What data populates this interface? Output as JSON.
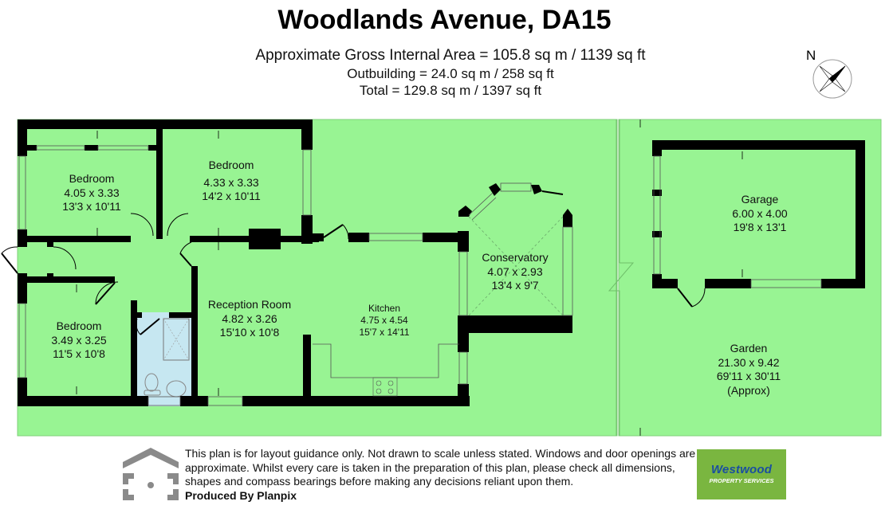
{
  "header": {
    "title": "Woodlands Avenue, DA15",
    "gross_internal_area": "Approximate Gross Internal Area = 105.8 sq m / 1139 sq ft",
    "outbuilding_area": "Outbuilding = 24.0 sq m / 258 sq ft",
    "total_area": "Total = 129.8 sq m / 1397 sq ft"
  },
  "compass": {
    "label": "N",
    "icon": "compass-rose-icon"
  },
  "colors": {
    "floor": "#98f493",
    "bathroom": "#c6e7f1",
    "wall": "#000000",
    "logo_green": "#7ab640",
    "logo_blue": "#1a4fa0"
  },
  "rooms": [
    {
      "id": "bedroom-1",
      "name": "Bedroom",
      "metric": "4.05 x 3.33",
      "imperial": "13'3 x 10'11"
    },
    {
      "id": "bedroom-2",
      "name": "Bedroom",
      "metric": "4.33 x 3.33",
      "imperial": "14'2 x 10'11"
    },
    {
      "id": "bedroom-3",
      "name": "Bedroom",
      "metric": "3.49 x 3.25",
      "imperial": "11'5 x 10'8"
    },
    {
      "id": "reception-room",
      "name": "Reception Room",
      "metric": "4.82 x 3.26",
      "imperial": "15'10 x 10'8"
    },
    {
      "id": "kitchen",
      "name": "Kitchen",
      "metric": "4.75 x 4.54",
      "imperial": "15'7 x 14'11"
    },
    {
      "id": "conservatory",
      "name": "Conservatory",
      "metric": "4.07 x 2.93",
      "imperial": "13'4 x 9'7"
    },
    {
      "id": "garage",
      "name": "Garage",
      "metric": "6.00 x 4.00",
      "imperial": "19'8 x 13'1"
    },
    {
      "id": "garden",
      "name": "Garden",
      "metric": "21.30 x 9.42",
      "imperial": "69'11 x 30'11",
      "note": "(Approx)"
    }
  ],
  "footer": {
    "disclaimer": "This plan is for layout guidance only. Not drawn to scale unless stated. Windows and door openings are approximate. Whilst every care is taken in the preparation of this plan, please check all dimensions, shapes and compass bearings before making any decisions reliant upon them.",
    "produced_by": "Produced By Planpix",
    "agent_logo": {
      "name": "Westwood",
      "tagline": "PROPERTY SERVICES"
    }
  }
}
